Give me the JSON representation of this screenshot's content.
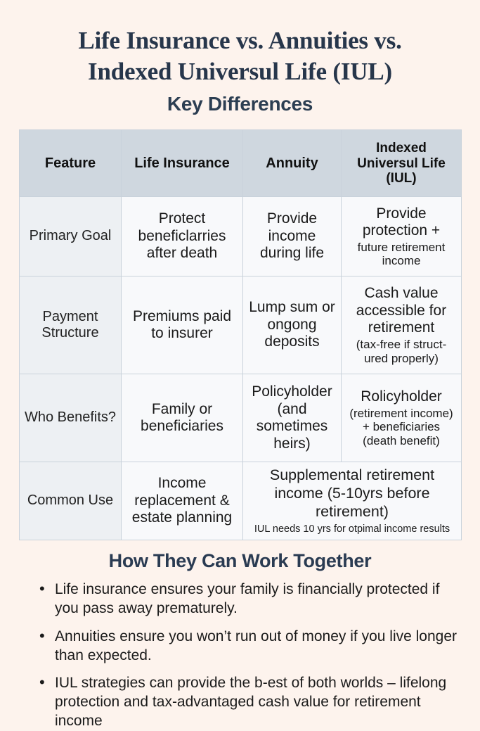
{
  "header": {
    "title_line1": "Life Insurance vs. Annuities vs.",
    "title_line2": "Indexed Universul Life (IUL)",
    "subtitle": "Key Differences"
  },
  "table": {
    "columns": [
      "Feature",
      "Life Insurance",
      "Annuity",
      "Indexed Universul Life (IUL)"
    ],
    "headers": {
      "c1": "Feature",
      "c2": "Life Insurance",
      "c3": "Annuity",
      "c4": "Indexed Universul Life (IUL)"
    },
    "rows": [
      {
        "feature": "Primary Goal",
        "life": "Protect beneficlarries after death",
        "annuity": "Provide income during life",
        "iul_main": "Provide protection  +",
        "iul_sub": "future retirement income"
      },
      {
        "feature": "Payment Structure",
        "life": "Premiums paid to insurer",
        "annuity": "Lump sum or ongong deposits",
        "iul_main": "Cash value accessible for retirement",
        "iul_sub": "(tax-free if struct-ured properly)"
      },
      {
        "feature": "Who Benefits?",
        "life": "Family or beneficiaries",
        "annuity": "Policyholder (and sometimes heirs)",
        "iul_main": "Rolicyholder",
        "iul_sub": "(retirement income) + beneficiaries (death benefit)"
      },
      {
        "feature": "Common Use",
        "life": "Income replacement & estate planning",
        "span_main": "Supplemental retirement income (5-10yrs before retirement)",
        "span_sub": "IUL needs 10 yrs for otpimal income results"
      }
    ]
  },
  "bottom": {
    "heading": "How They Can Work Together",
    "bullets": [
      "Life insurance ensures your family is financially protected if you pass away prematurely.",
      "Annuities ensure you won’t run out of money if you live longer than expected.",
      "IUL strategies can provide the b-est of both worlds – lifelong protection and tax-advantaged cash value for retirement income"
    ]
  },
  "colors": {
    "background": "#FDF3ED",
    "title_navy": "#27364B",
    "table_header_bg": "#CFD7DF",
    "feature_cell_bg": "#EDF0F3",
    "data_cell_bg": "#F8F9FB",
    "border": "#C9D2DB",
    "body_text": "#1B1B1B"
  }
}
